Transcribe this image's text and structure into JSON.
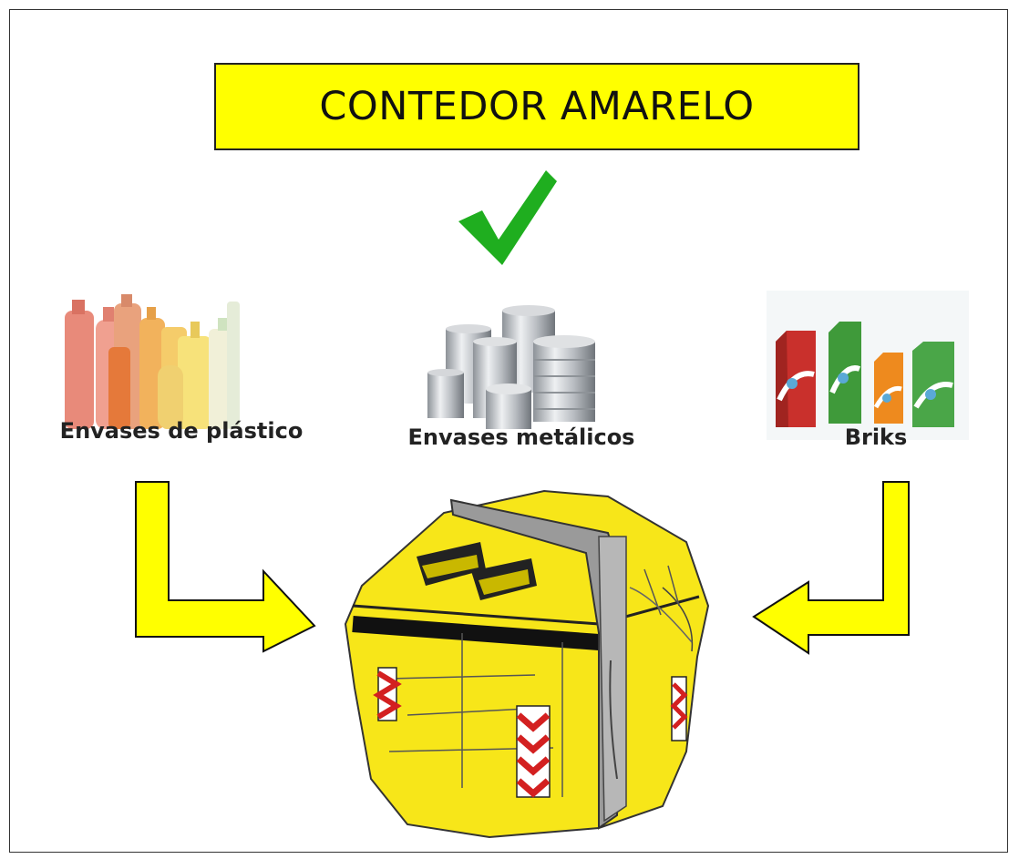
{
  "title": "CONTEDOR AMARELO",
  "items": [
    {
      "label": "Envases de plástico"
    },
    {
      "label": "Envases metálicos"
    },
    {
      "label": "Briks"
    }
  ],
  "colors": {
    "title_bg": "#ffff00",
    "arrow_fill": "#ffff00",
    "arrow_stroke": "#111111",
    "check": "#1fae1f",
    "bin": "#f7e619"
  },
  "icons": [
    "checkmark-icon",
    "plastic-bottles-icon",
    "metal-cans-icon",
    "briks-cartons-icon",
    "yellow-container-icon"
  ]
}
